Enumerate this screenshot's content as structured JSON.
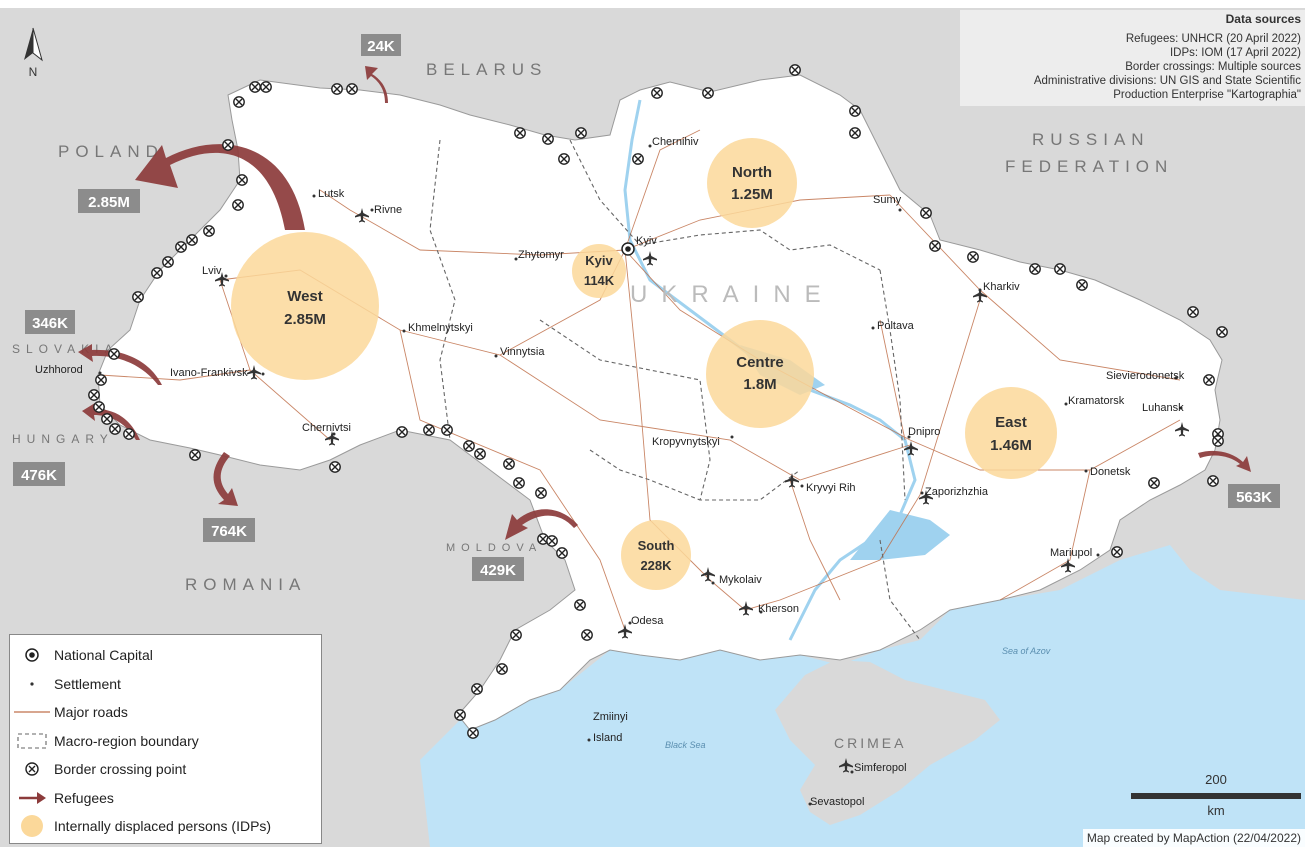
{
  "title_fragment": "",
  "sources": {
    "title": "Data sources",
    "lines": [
      "Refugees: UNHCR (20 April 2022)",
      "IDPs: IOM (17 April 2022)",
      "Border crossings: Multiple sources",
      "Administrative divisions: UN GIS and State Scientific",
      "Production Enterprise \"Kartographia\""
    ]
  },
  "compass": {
    "label": "N"
  },
  "countries": {
    "belarus": "BELARUS",
    "poland": "POLAND",
    "russia_1": "RUSSIAN",
    "russia_2": "FEDERATION",
    "slovakia": "SLOVAKIA",
    "hungary": "HUNGARY",
    "romania": "ROMANIA",
    "moldova": "MOLDOVA",
    "ukraine": "UKRAINE"
  },
  "seas": {
    "azov": "Sea of Azov",
    "black": "Black Sea",
    "crimea": "CRIMEA"
  },
  "cities": {
    "chernihiv": "Chernihiv",
    "sumy": "Sumy",
    "kharkiv": "Kharkiv",
    "poltava": "Poltava",
    "lutsk": "Lutsk",
    "rivne": "Rivne",
    "zhytomyr": "Zhytomyr",
    "kyiv": "Kyiv",
    "lviv": "Lviv",
    "khmelnytskyi": "Khmelnytskyi",
    "vinnytsia": "Vinnytsia",
    "uzhhorod": "Uzhhorod",
    "ivano": "Ivano-Frankivsk",
    "chernivtsi": "Chernivtsi",
    "kropyvnytskyi": "Kropyvnytskyi",
    "dnipro": "Dnipro",
    "kryvyi": "Kryvyi Rih",
    "zaporizhzhia": "Zaporizhzhia",
    "sievierodonetsk": "Sievierodonetsk",
    "kramatorsk": "Kramatorsk",
    "luhansk": "Luhansk",
    "donetsk": "Donetsk",
    "mariupol": "Mariupol",
    "mykolaiv": "Mykolaiv",
    "kherson": "Kherson",
    "odesa": "Odesa",
    "zmiinyi_1": "Zmiinyi",
    "zmiinyi_2": "Island",
    "simferopol": "Simferopol",
    "sevastopol": "Sevastopol"
  },
  "idps": [
    {
      "region": "North",
      "value": "1.25M"
    },
    {
      "region": "Kyiv",
      "value": "114K"
    },
    {
      "region": "West",
      "value": "2.85M"
    },
    {
      "region": "Centre",
      "value": "1.8M"
    },
    {
      "region": "East",
      "value": "1.46M"
    },
    {
      "region": "South",
      "value": "228K"
    }
  ],
  "refugees": {
    "belarus": "24K",
    "poland": "2.85M",
    "slovakia": "346K",
    "hungary": "476K",
    "romania": "764K",
    "moldova": "429K",
    "russia": "563K"
  },
  "legend": {
    "national_capital": "National Capital",
    "settlement": "Settlement",
    "major_roads": "Major roads",
    "macro_region": "Macro-region boundary",
    "border_crossing": "Border crossing point",
    "refugees": "Refugees",
    "idps": "Internally displaced persons (IDPs)"
  },
  "scale": {
    "value": "200",
    "unit": "km"
  },
  "credit": "Map created by MapAction (22/04/2022)",
  "colors": {
    "land_ukraine": "#ffffff",
    "land_other": "#d9d9d9",
    "water": "#bfe3f7",
    "idp_circle": "#fbd89a",
    "refugee_arrow": "#8c3b3b",
    "road": "#c0714c"
  }
}
